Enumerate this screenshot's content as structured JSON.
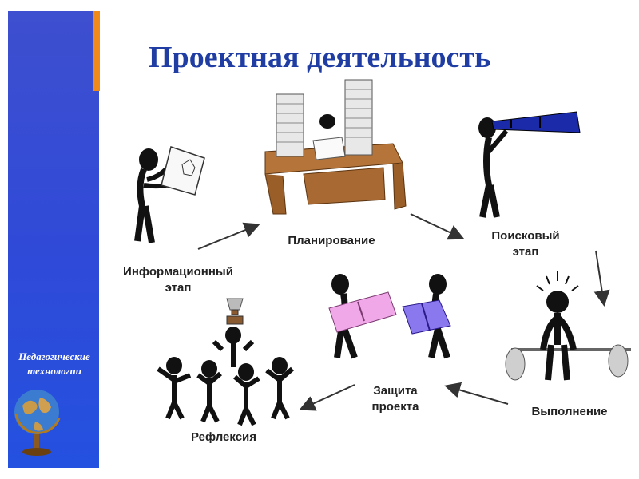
{
  "title": "Проектная деятельность",
  "sidebar": {
    "caption_line1": "Педагогические",
    "caption_line2": "технологии"
  },
  "stages": {
    "info_line1": "Информационный",
    "info_line2": "этап",
    "planning": "Планирование",
    "search_line1": "Поисковый",
    "search_line2": "этап",
    "execution": "Выполнение",
    "defense_line1": "Защита",
    "defense_line2": "проекта",
    "reflection": "Рефлексия"
  },
  "colors": {
    "title": "#1f3da3",
    "sidebar": "#2f4ad8",
    "accent": "#f08a1a"
  }
}
